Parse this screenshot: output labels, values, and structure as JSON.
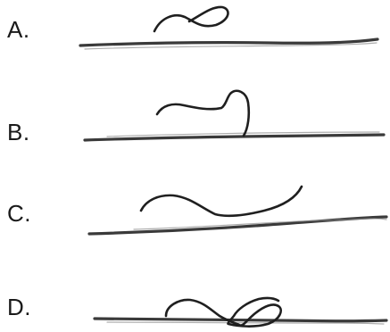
{
  "options": [
    {
      "letter": "A."
    },
    {
      "letter": "B."
    },
    {
      "letter": "C."
    },
    {
      "letter": "D."
    }
  ]
}
